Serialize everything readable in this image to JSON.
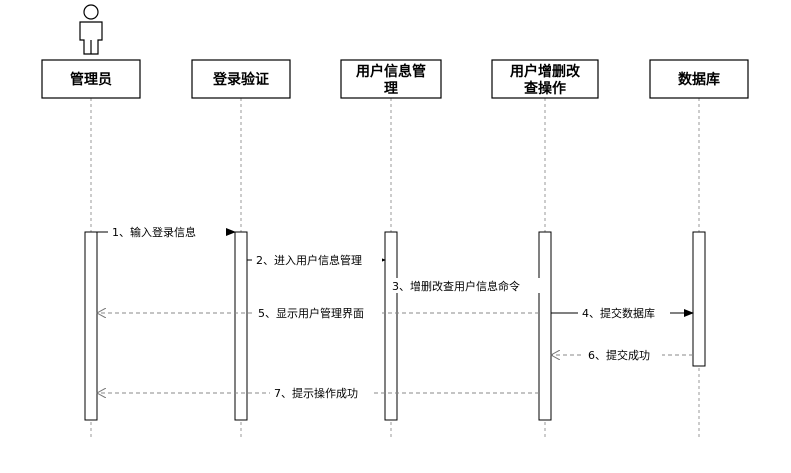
{
  "participants": [
    {
      "id": "admin",
      "label_lines": [
        "管理员"
      ]
    },
    {
      "id": "login",
      "label_lines": [
        "登录验证"
      ]
    },
    {
      "id": "usermgmt",
      "label_lines": [
        "用户信息管",
        "理"
      ]
    },
    {
      "id": "crud",
      "label_lines": [
        "用户增删改",
        "查操作"
      ]
    },
    {
      "id": "db",
      "label_lines": [
        "数据库"
      ]
    }
  ],
  "messages": [
    {
      "id": "m1",
      "label": "1、输入登录信息",
      "type": "call"
    },
    {
      "id": "m2",
      "label": "2、进入用户信息管理",
      "type": "call"
    },
    {
      "id": "m3",
      "label": "3、增删改查用户信息命令",
      "type": "call"
    },
    {
      "id": "m4",
      "label": "4、提交数据库",
      "type": "call"
    },
    {
      "id": "m5",
      "label": "5、显示用户管理界面",
      "type": "return"
    },
    {
      "id": "m6",
      "label": "6、提交成功",
      "type": "return"
    },
    {
      "id": "m7",
      "label": "7、提示操作成功",
      "type": "return"
    }
  ]
}
